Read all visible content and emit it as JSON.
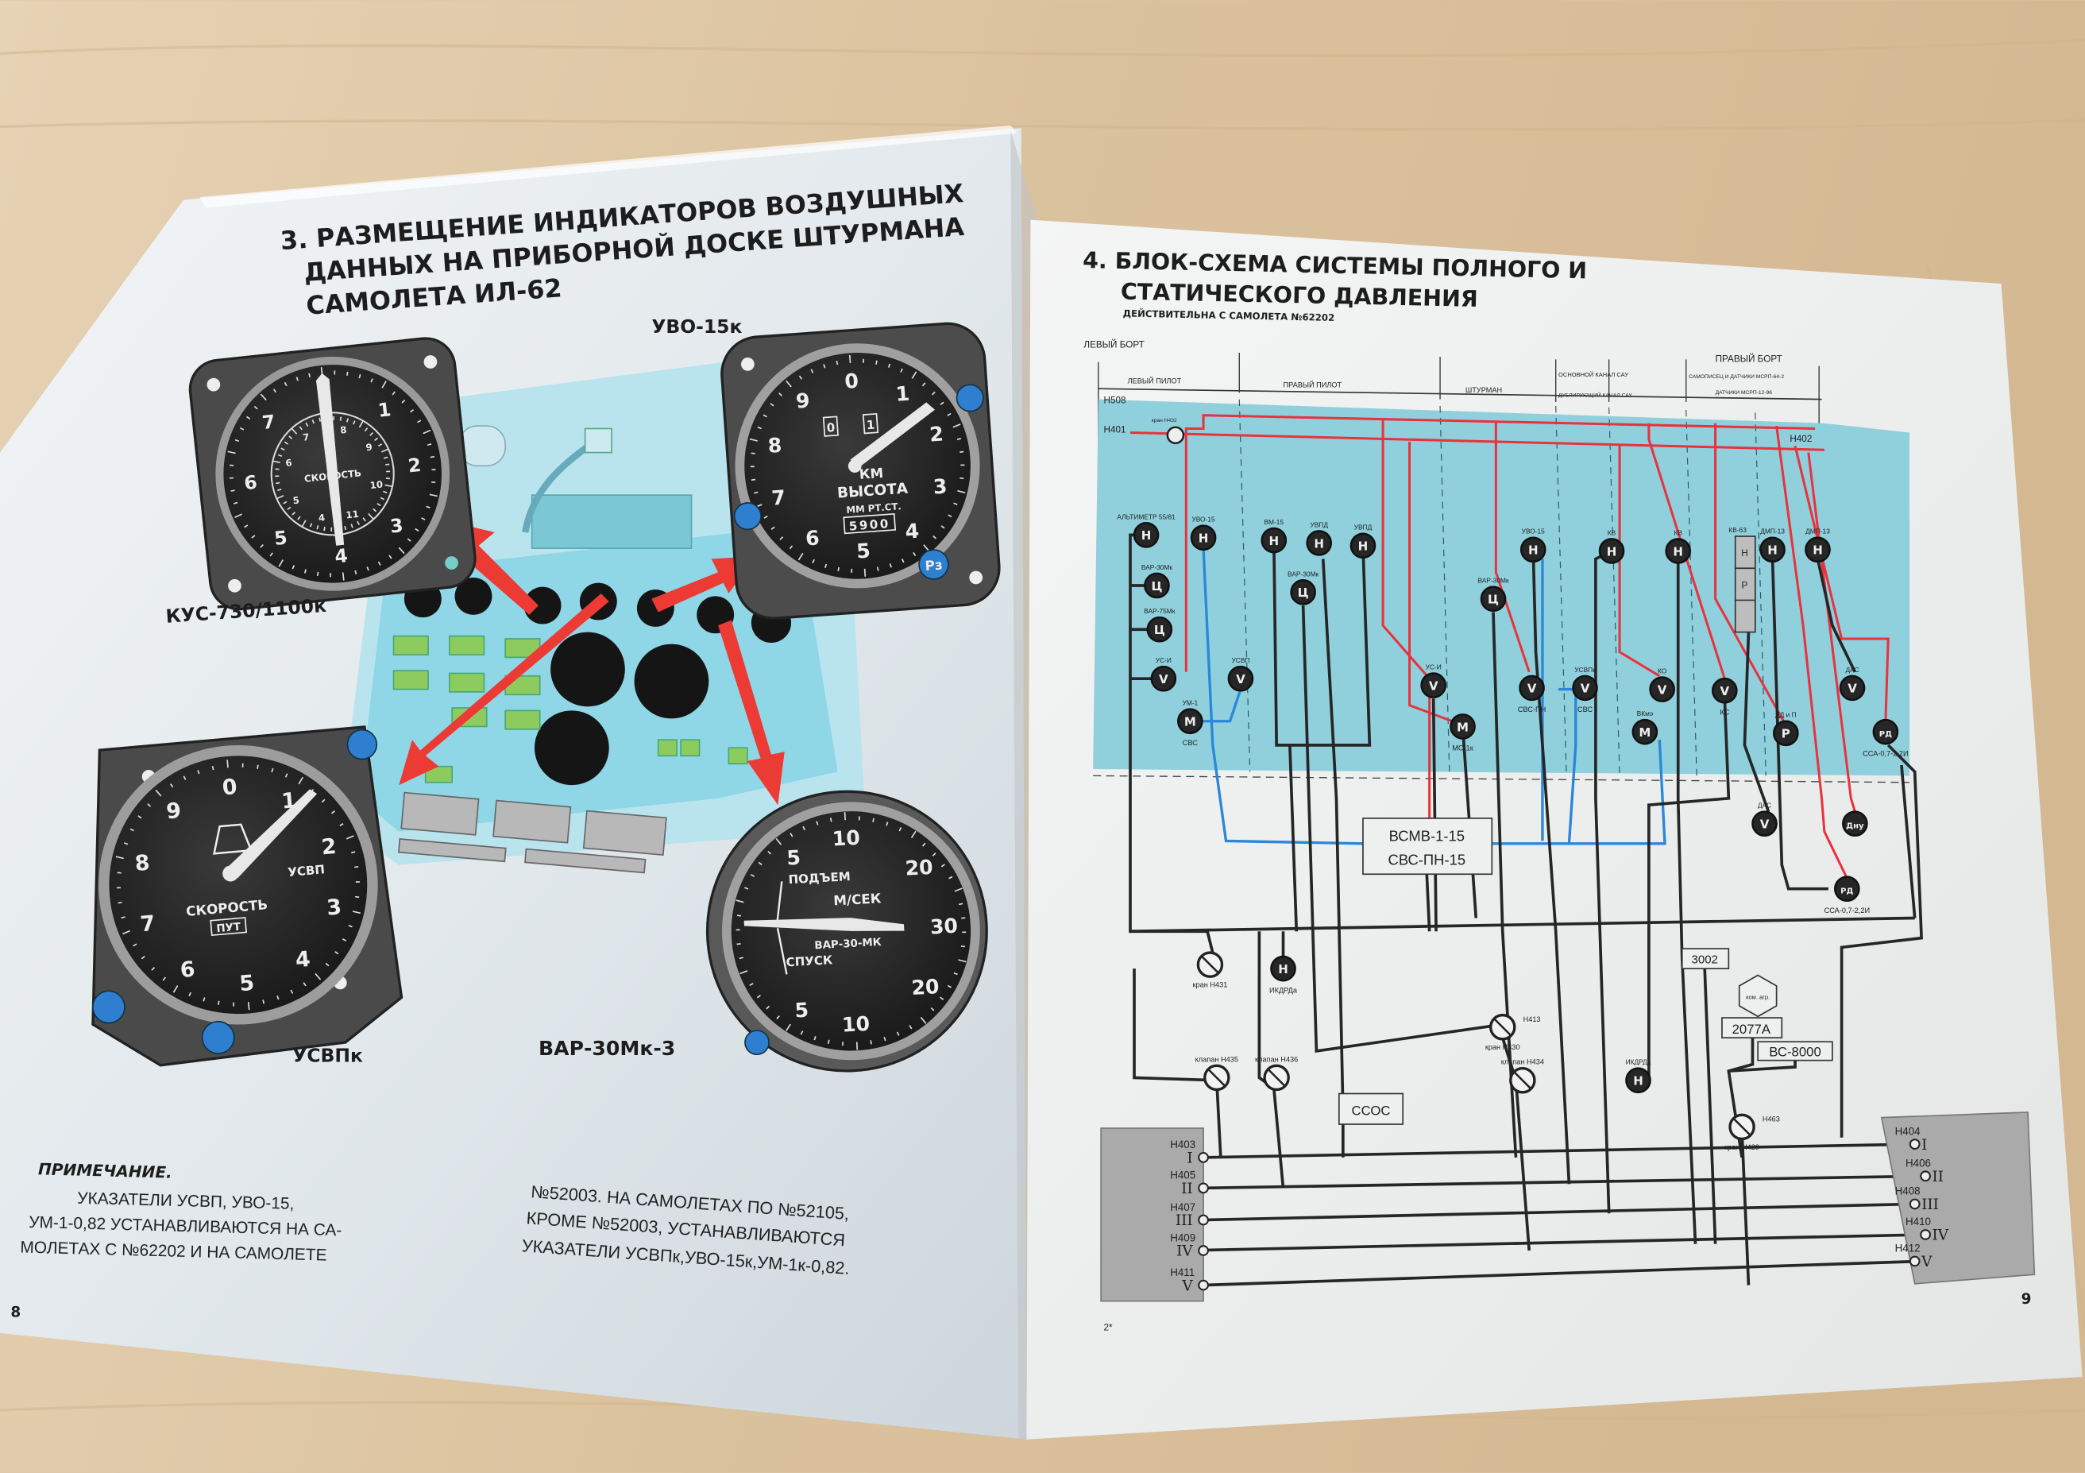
{
  "left_page": {
    "title_lines": [
      "3. РАЗМЕЩЕНИЕ ИНДИКАТОРОВ ВОЗДУШНЫХ",
      "ДАННЫХ НА ПРИБОРНОЙ ДОСКЕ ШТУРМАНА",
      "САМОЛЕТА ИЛ-62"
    ],
    "gauge_labels": {
      "kus": "КУС-730/1100к",
      "uvo": "УВО-15к",
      "usvp": "УСВПк",
      "var": "ВАР-30Мк-3"
    },
    "gauges": {
      "kus": {
        "outer": [
          "1",
          "2",
          "3",
          "4",
          "5",
          "6",
          "7"
        ],
        "inner": [
          "8",
          "9",
          "10",
          "11",
          "4",
          "5",
          "6",
          "7"
        ],
        "caption": "СКОРОСТЬ"
      },
      "uvo": {
        "numbers": [
          "0",
          "1",
          "2",
          "3",
          "4",
          "5",
          "6",
          "7",
          "8",
          "9"
        ],
        "unit": "КМ",
        "caption": "ВЫСОТА",
        "pressure_unit": "ММ РТ.СТ.",
        "counter": "5900",
        "window_left": "0",
        "window_right": "1",
        "knob": "Pз"
      },
      "usvp": {
        "numbers": [
          "0",
          "1",
          "2",
          "3",
          "4",
          "5",
          "6",
          "7",
          "8",
          "9"
        ],
        "model": "УСВП",
        "caption": "СКОРОСТЬ",
        "badge": "ПУТ"
      },
      "var": {
        "numbers": [
          "10",
          "20",
          "30",
          "20",
          "10",
          "5",
          "5"
        ],
        "up": "ПОДЪЕМ",
        "unit": "М/СЕК",
        "model": "ВАР-30-МК",
        "down": "СПУСК"
      }
    },
    "note": {
      "heading": "ПРИМЕЧАНИЕ.",
      "col1": [
        "УКАЗАТЕЛИ УСВП, УВО-15,",
        "УМ-1-0,82 УСТАНАВЛИВАЮТСЯ НА СА-",
        "МОЛЕТАХ С №62202 И НА САМОЛЕТЕ"
      ],
      "col2": [
        "№52003.  НА САМОЛЕТАХ ПО №52105,",
        "КРОМЕ №52003, УСТАНАВЛИВАЮТСЯ",
        "УКАЗАТЕЛИ УСВПк,УВО-15к,УМ-1к-0,82."
      ]
    },
    "page_number": "8"
  },
  "right_page": {
    "title_lines": [
      "4. БЛОК-СХЕМА СИСТЕМЫ ПОЛНОГО И",
      "СТАТИЧЕСКОГО ДАВЛЕНИЯ"
    ],
    "subtitle": "ДЕЙСТВИТЕЛЬНА С САМОЛЕТА №62202",
    "left_side": "ЛЕВЫЙ БОРТ",
    "right_side": "ПРАВЫЙ БОРТ",
    "columns": [
      "ЛЕВЫЙ ПИЛОТ",
      "ПРАВЫЙ ПИЛОТ",
      "ШТУРМАН",
      "ОСНОВНОЙ КАНАЛ САУ",
      "ДУБЛИРУЮЩИЙ КАНАЛ САУ",
      "САМОПИСЕЦ И ДАТЧИКИ МСРП-64-2",
      "ДАТЧИКИ МСРП-12-96"
    ],
    "port_labels": {
      "h508": "Н508",
      "h401": "Н401",
      "h402": "Н402",
      "h432": "кран Н432"
    },
    "instruments": [
      {
        "label": "АЛЬТИМЕТР 55/81",
        "symbol": "Н"
      },
      {
        "label": "ВАР-30Мк",
        "symbol": "Ц"
      },
      {
        "label": "ВАР-75Мк",
        "symbol": "Ц"
      },
      {
        "label": "УС-И",
        "symbol": "V"
      },
      {
        "label": "УМ-1",
        "symbol": "М",
        "sub": "СВС"
      },
      {
        "label": "УВО-15",
        "symbol": "Н"
      },
      {
        "label": "УСВП",
        "symbol": "V"
      },
      {
        "label": "ВМ-15",
        "symbol": "Н"
      },
      {
        "label": "УВПД",
        "symbol": "Н"
      },
      {
        "label": "УВПД",
        "symbol": "Н"
      },
      {
        "label": "ВАР-30Мк",
        "symbol": "Ц"
      },
      {
        "label": "ВАР-30Мк",
        "symbol": "Ц"
      },
      {
        "label": "УС-И",
        "symbol": "V"
      },
      {
        "label": "",
        "symbol": "М",
        "sub": "МС-1к"
      },
      {
        "label": "УВО-15",
        "symbol": "Н"
      },
      {
        "label": "",
        "symbol": "V",
        "sub": "СВС-ПН"
      },
      {
        "label": "УСВПк",
        "symbol": "V",
        "sub": "СВС"
      },
      {
        "label": "КВ",
        "symbol": "Н"
      },
      {
        "label": "КВ",
        "symbol": "Н"
      },
      {
        "label": "КО",
        "symbol": "V"
      },
      {
        "label": "ВКмэ",
        "symbol": "М"
      },
      {
        "label": "",
        "symbol": "V",
        "sub": "КС"
      },
      {
        "label": "ДМП-13",
        "symbol": "Н"
      },
      {
        "label": "ДМП-13",
        "symbol": "Н"
      },
      {
        "label": "ДД и П",
        "symbol": "Р"
      },
      {
        "label": "ДАС",
        "symbol": "V"
      },
      {
        "label": "",
        "symbol": "РД",
        "sub": "ССА-0,7-2,2И"
      },
      {
        "label": "ДАС",
        "symbol": "V"
      },
      {
        "label": "",
        "symbol": "Дну"
      },
      {
        "label": "",
        "symbol": "РД",
        "sub": "ССА-0,7-2,2И"
      },
      {
        "label": "",
        "symbol": "Н",
        "sub": "ИКДРДа"
      },
      {
        "label": "ИКДРДа",
        "symbol": "Н"
      }
    ],
    "kv63": {
      "label": "КВ-63",
      "cells": [
        "Н",
        "Р",
        ""
      ]
    },
    "valves": [
      {
        "label": "кран Н431"
      },
      {
        "label": "кран Н430",
        "extra": "Н413"
      },
      {
        "label": "клапан Н435"
      },
      {
        "label": "клапан Н436"
      },
      {
        "label": "клапан Н434"
      },
      {
        "label": "кран Н429",
        "extra": "Н463"
      }
    ],
    "boxes": {
      "bcmb_line1": "ВСМВ-1-15",
      "bcmb_line2": "СВС-ПН-15",
      "ccoc": "ССОС",
      "b3002": "3002",
      "b2077": "2077А",
      "bc8000": "ВС-8000",
      "kom_agr": "ком. агр."
    },
    "left_terminals": [
      {
        "port": "Н403",
        "num": "I"
      },
      {
        "port": "Н405",
        "num": "II"
      },
      {
        "port": "Н407",
        "num": "III"
      },
      {
        "port": "Н409",
        "num": "IV"
      },
      {
        "port": "Н411",
        "num": "V"
      }
    ],
    "right_terminals": [
      {
        "port": "Н404",
        "num": "I"
      },
      {
        "port": "Н406",
        "num": "II"
      },
      {
        "port": "Н408",
        "num": "III"
      },
      {
        "port": "Н410",
        "num": "IV"
      },
      {
        "port": "Н412",
        "num": "V"
      }
    ],
    "page_number": "9",
    "signature_mark": "2*"
  },
  "colors": {
    "cyan": "#8fd0dc",
    "red_line": "#e8323c",
    "blue_line": "#2b87d8",
    "arrow": "#ec3a35",
    "panel": "#8fd6e6"
  }
}
